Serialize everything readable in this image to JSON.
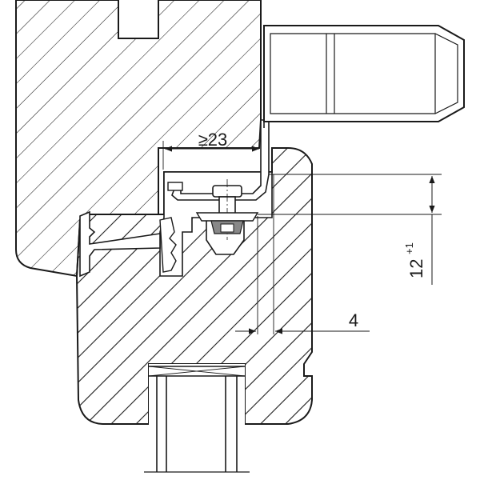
{
  "dimensions": {
    "width_min": "≥23",
    "height_main": "12",
    "height_tolerance": "+1",
    "gap": "4"
  },
  "colors": {
    "line": "#1a1a1a",
    "background": "#ffffff"
  }
}
